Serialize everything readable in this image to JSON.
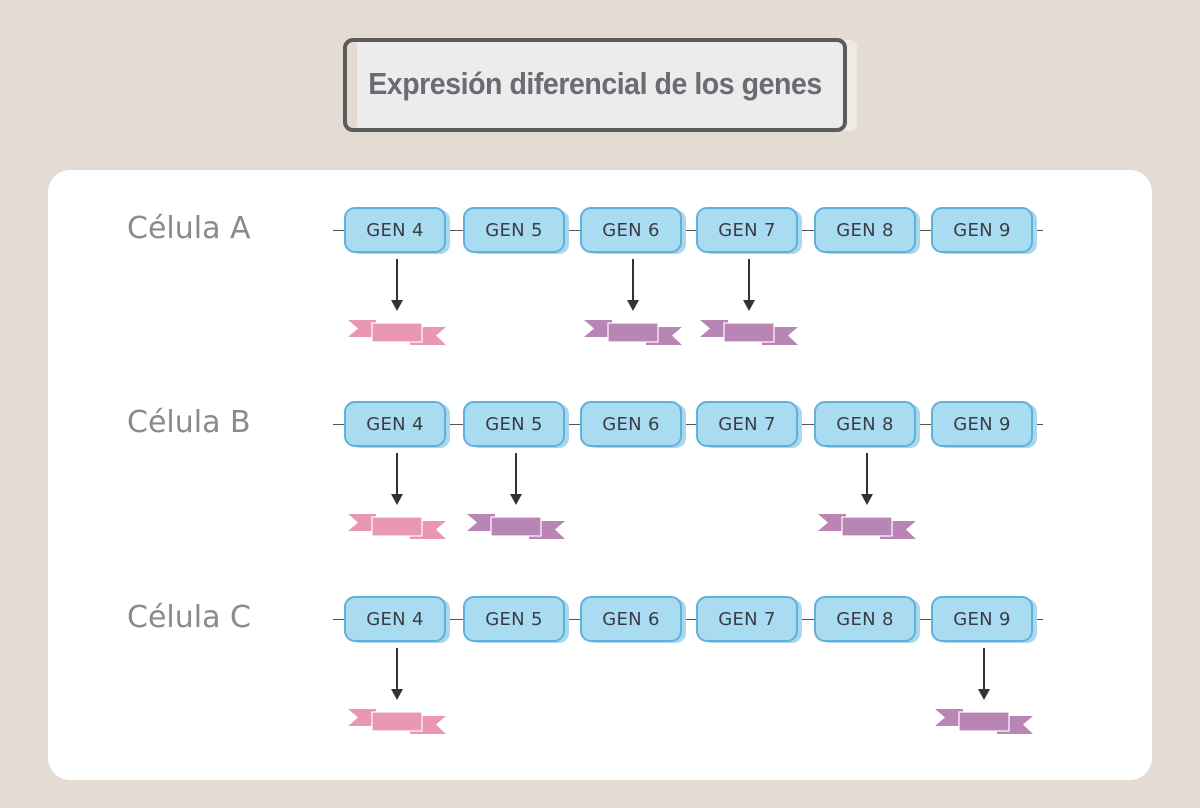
{
  "title": "Expresión diferencial de los genes",
  "colors": {
    "background": "#e4dbd3",
    "gene_fill": "#a9dbf1",
    "gene_border": "#5fb1da",
    "protein_pink": "#ea97b3",
    "protein_purple": "#b985b4",
    "arrow": "#333333"
  },
  "rows": [
    {
      "label": "Célula A",
      "genes": [
        "GEN 4",
        "GEN 5",
        "GEN 6",
        "GEN 7",
        "GEN 8",
        "GEN 9"
      ],
      "expressed": [
        {
          "gene": "GEN 4",
          "protein": "pink"
        },
        {
          "gene": "GEN 6",
          "protein": "purple"
        },
        {
          "gene": "GEN 7",
          "protein": "purple"
        }
      ]
    },
    {
      "label": "Célula B",
      "genes": [
        "GEN 4",
        "GEN 5",
        "GEN 6",
        "GEN 7",
        "GEN 8",
        "GEN 9"
      ],
      "expressed": [
        {
          "gene": "GEN 4",
          "protein": "pink"
        },
        {
          "gene": "GEN 5",
          "protein": "purple"
        },
        {
          "gene": "GEN 8",
          "protein": "purple"
        }
      ]
    },
    {
      "label": "Célula C",
      "genes": [
        "GEN 4",
        "GEN 5",
        "GEN 6",
        "GEN 7",
        "GEN 8",
        "GEN 9"
      ],
      "expressed": [
        {
          "gene": "GEN 4",
          "protein": "pink"
        },
        {
          "gene": "GEN 9",
          "protein": "purple"
        }
      ]
    }
  ]
}
